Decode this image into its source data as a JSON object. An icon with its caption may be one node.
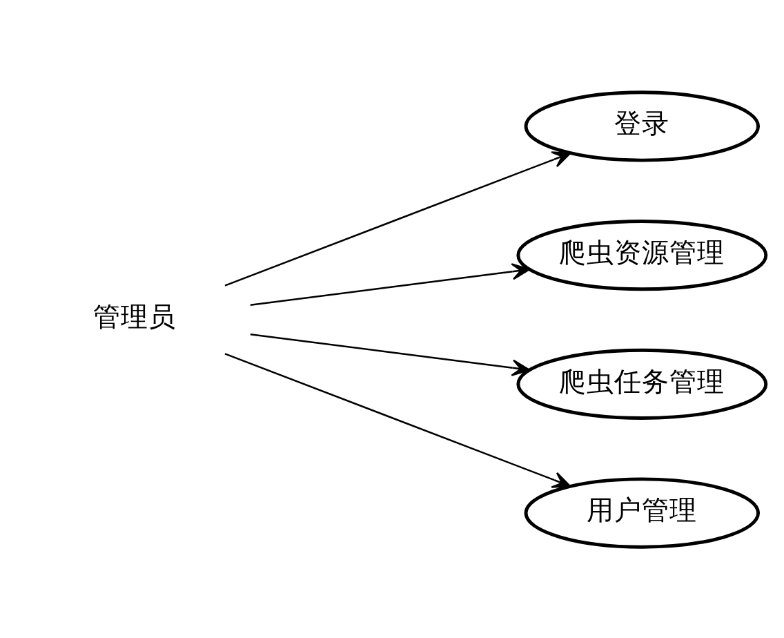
{
  "diagram": {
    "nodes": [
      {
        "text": [
          "管理员"
        ]
      },
      {
        "text": [
          "登录"
        ]
      },
      {
        "text": [
          "爬虫资源管理"
        ]
      },
      {
        "text": [
          "爬虫任务管理"
        ]
      },
      {
        "text": [
          "用户管理"
        ]
      }
    ],
    "edges": [
      {
        "from": 0,
        "to": 1,
        "arrow": "to"
      },
      {
        "from": 0,
        "to": 2,
        "arrow": "to"
      },
      {
        "from": 0,
        "to": 3,
        "arrow": "to"
      },
      {
        "from": 0,
        "to": 4,
        "arrow": "to"
      }
    ]
  }
}
